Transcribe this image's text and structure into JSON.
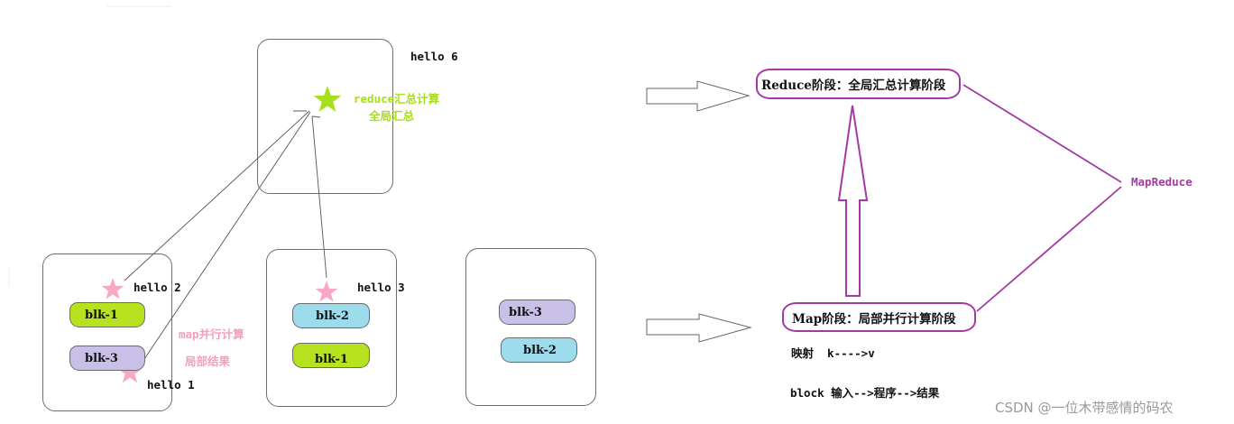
{
  "diagram": {
    "title": "MapReduce",
    "reduce_node": {
      "output_label": "hello 6",
      "star_caption_line1": "reduce汇总计算",
      "star_caption_line2": "全局汇总"
    },
    "map_nodes": [
      {
        "blocks": [
          "blk-1",
          "blk-3"
        ],
        "output_labels": [
          "hello 2",
          "hello 1"
        ]
      },
      {
        "blocks": [
          "blk-2",
          "blk-1"
        ],
        "output_labels": [
          "hello 3"
        ]
      },
      {
        "blocks": [
          "blk-3",
          "blk-2"
        ],
        "output_labels": []
      }
    ],
    "map_caption_line1": "map并行计算",
    "map_caption_line2": "局部结果",
    "reduce_phase_label": "Reduce阶段：全局汇总计算阶段",
    "map_phase_label": "Map阶段：局部并行计算阶段",
    "mapping_note": "映射  k---->v",
    "block_note": "block 输入-->程序-->结果",
    "mapreduce_label": "MapReduce",
    "watermark": "CSDN @一位木带感情的码农"
  },
  "colors": {
    "green_star": "#a6e01b",
    "pink_star": "#f8a8c6",
    "phase_border": "#a43aa6",
    "blk_green": "#b7e21f",
    "blk_purple": "#c8c0e6",
    "blk_blue": "#9cdcec",
    "node_border": "#6e6e6e"
  }
}
